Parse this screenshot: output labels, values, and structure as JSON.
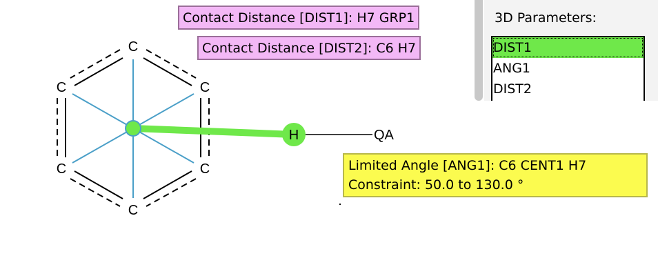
{
  "molecule": {
    "ring_atoms": [
      "C",
      "C",
      "C",
      "C",
      "C",
      "C"
    ],
    "hydrogen": "H",
    "query_atom": "QA",
    "colors": {
      "highlight": "#6fe84a",
      "centroid_spokes": "#4a9fc8",
      "bond": "#000000"
    }
  },
  "tooltips": {
    "dist1": "Contact Distance [DIST1]: H7 GRP1",
    "dist2": "Contact Distance [DIST2]: C6 H7",
    "ang1_line1": "Limited Angle [ANG1]: C6 CENT1 H7",
    "ang1_line2": "Constraint: 50.0 to 130.0 °"
  },
  "parameters_panel": {
    "title": "3D Parameters:",
    "items": [
      "DIST1",
      "ANG1",
      "DIST2"
    ],
    "selected": "DIST1"
  }
}
